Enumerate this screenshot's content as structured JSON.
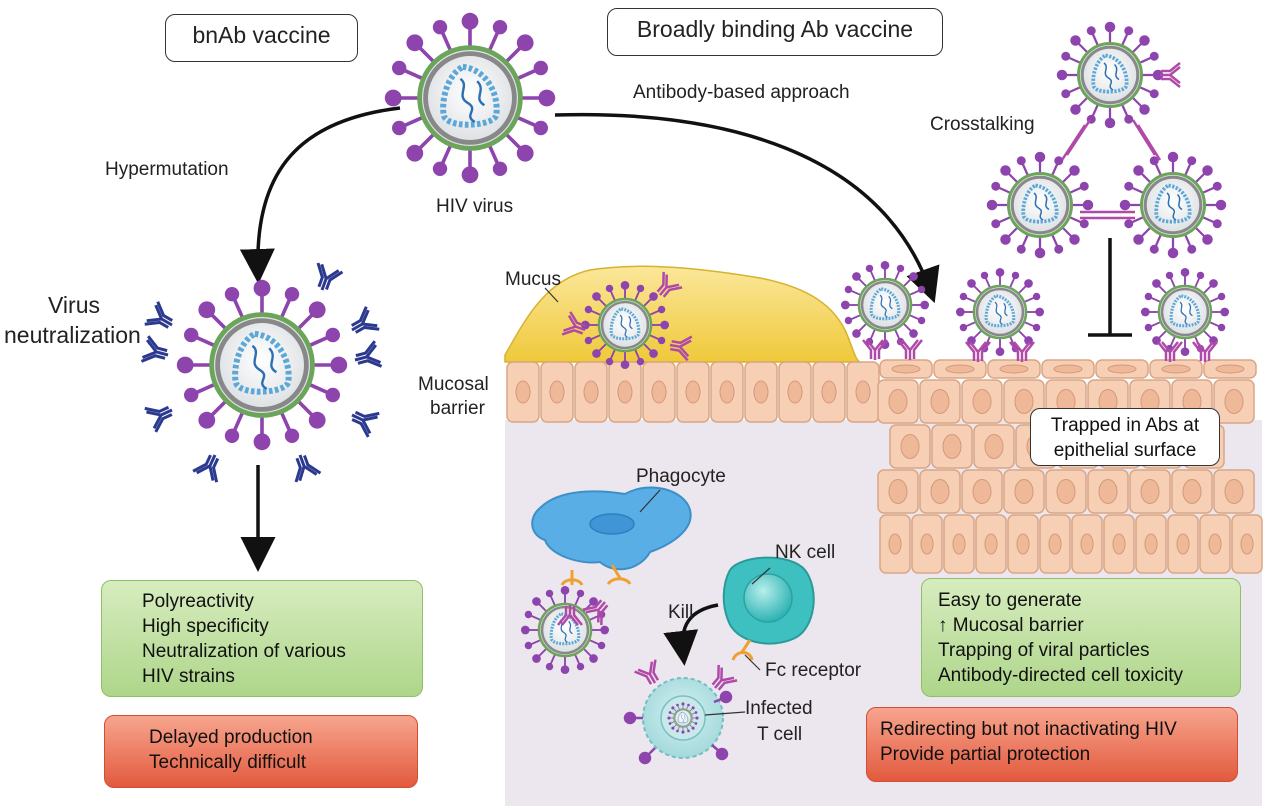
{
  "titles": {
    "bnab": "bnAb vaccine",
    "broad": "Broadly binding Ab vaccine"
  },
  "labels": {
    "antibody_approach": "Antibody-based approach",
    "hiv_virus": "HIV virus",
    "hypermutation": "Hypermutation",
    "virus_neutralization_1": "Virus",
    "virus_neutralization_2": "neutralization",
    "crosstalking": "Crosstalking",
    "mucus": "Mucus",
    "mucosal_barrier_1": "Mucosal",
    "mucosal_barrier_2": "barrier",
    "trapped_1": "Trapped in Abs at",
    "trapped_2": "epithelial surface",
    "phagocyte": "Phagocyte",
    "nk_cell": "NK cell",
    "kill": "Kill",
    "fc_receptor": "Fc receptor",
    "infected_1": "Infected",
    "infected_2": "T cell"
  },
  "bnab_pros": [
    "Polyreactivity",
    "High specificity",
    "Neutralization of various",
    "HIV strains"
  ],
  "bnab_cons": [
    "Delayed production",
    "Technically difficult"
  ],
  "broad_pros": [
    "Easy to generate",
    "↑ Mucosal barrier",
    "Trapping of viral particles",
    "Antibody-directed cell toxicity"
  ],
  "broad_cons": [
    "Redirecting but not inactivating HIV",
    "Provide partial protection"
  ],
  "colors": {
    "spike": "#8e44ad",
    "antibody_blue": "#2b3a8f",
    "antibody_purple": "#b04aa8",
    "fc_receptor": "#f0a030",
    "mucus": "#f3d54a",
    "epithelium": "#f6cfb4",
    "tissue": "#ece6ee",
    "phagocyte": "#5aaee6",
    "nk_cell": "#3fc0c0",
    "tcell": "#a9dde0"
  }
}
